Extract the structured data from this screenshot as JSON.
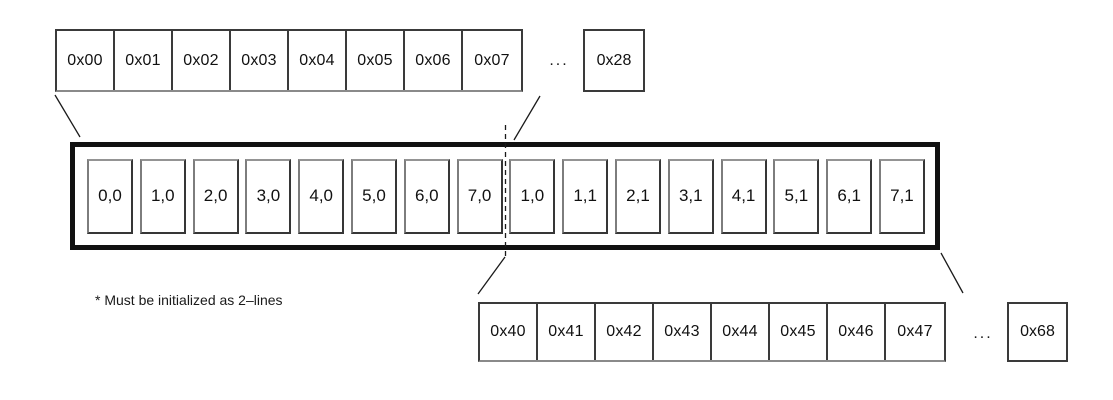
{
  "line1": {
    "cells": [
      "0x00",
      "0x01",
      "0x02",
      "0x03",
      "0x04",
      "0x05",
      "0x06",
      "0x07"
    ],
    "ellipsis": "...",
    "tail_cell": "0x28"
  },
  "buffer": {
    "cells": [
      "0,0",
      "1,0",
      "2,0",
      "3,0",
      "4,0",
      "5,0",
      "6,0",
      "7,0",
      "1,0",
      "1,1",
      "2,1",
      "3,1",
      "4,1",
      "5,1",
      "6,1",
      "7,1"
    ]
  },
  "line2": {
    "cells": [
      "0x40",
      "0x41",
      "0x42",
      "0x43",
      "0x44",
      "0x45",
      "0x46",
      "0x47"
    ],
    "ellipsis": "...",
    "tail_cell": "0x68"
  },
  "footnote": "* Must be initialized as 2–lines",
  "colors": {
    "border_dark": "#3a3a3a",
    "border_soft": "#8a8a8a",
    "buffer_border": "#111111",
    "cell_border_light": "#949494",
    "cell_border_mid": "#7d7d7d",
    "cell_border_shadow": "#363636",
    "line_color": "#1a1a1a"
  }
}
